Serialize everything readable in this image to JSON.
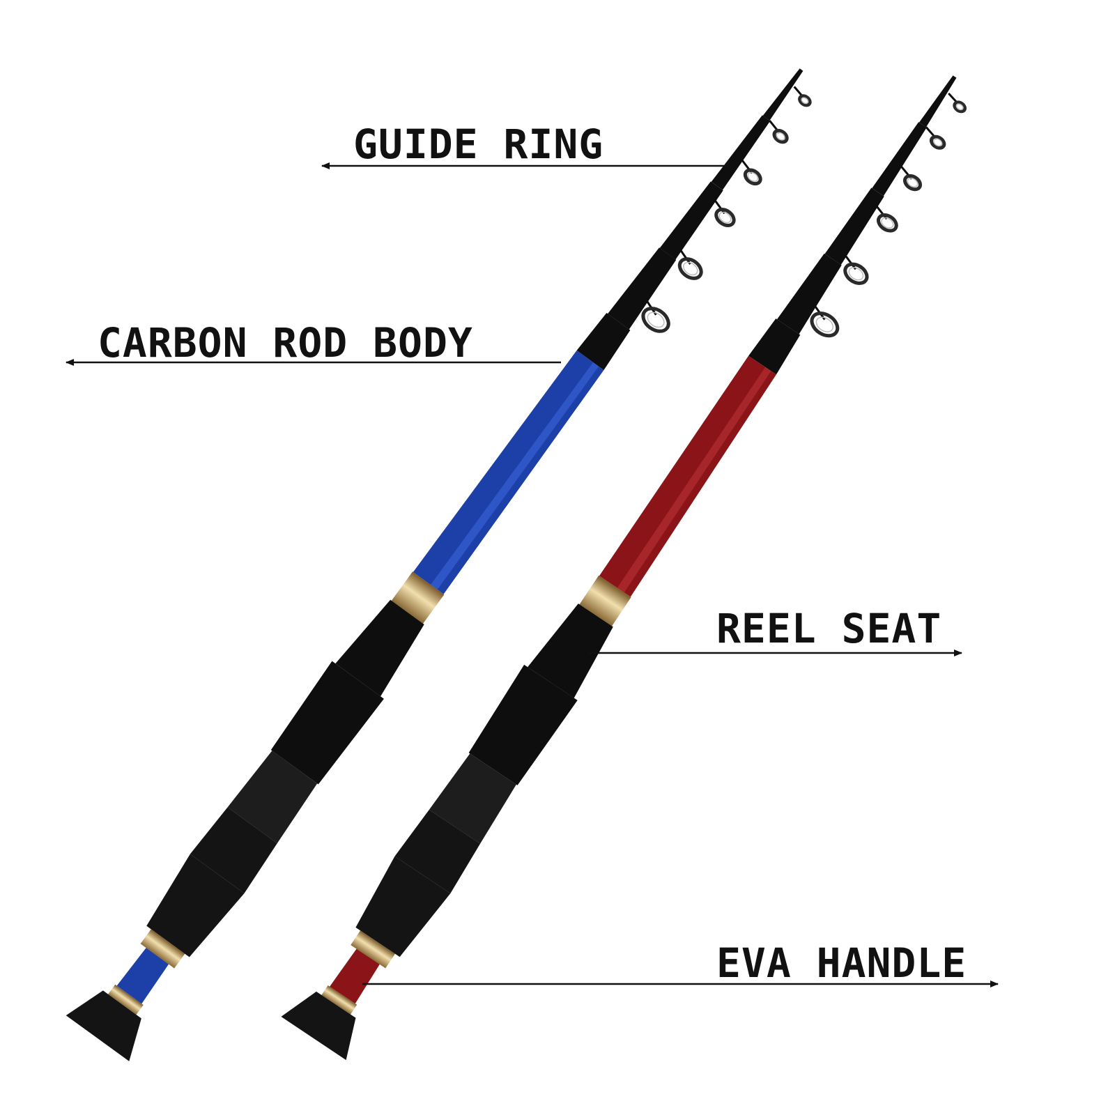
{
  "colors": {
    "background": "#ffffff",
    "ink": "#111111",
    "blue_blank": "#1c3fa8",
    "blue_blank_light": "#3f6ae0",
    "red_blank": "#8a1418",
    "red_blank_light": "#c0343a",
    "gold_trim": "#c9a86a",
    "black_part": "#0e0e0e",
    "eva_foam": "#141414"
  },
  "rods": [
    {
      "name": "blue-rod",
      "blank_color": "#1c3fa8",
      "accent_color": "#3f6ae0"
    },
    {
      "name": "red-rod",
      "blank_color": "#8a1418",
      "accent_color": "#c0343a"
    }
  ],
  "callouts": [
    {
      "id": "guide-ring",
      "text": "GUIDE RING",
      "arrow_direction": "left"
    },
    {
      "id": "carbon-rod-body",
      "text": "CARBON  ROD BODY",
      "arrow_direction": "left"
    },
    {
      "id": "reel-seat",
      "text": "REEL SEAT",
      "arrow_direction": "right"
    },
    {
      "id": "eva-handle",
      "text": "EVA HANDLE",
      "arrow_direction": "right"
    }
  ]
}
